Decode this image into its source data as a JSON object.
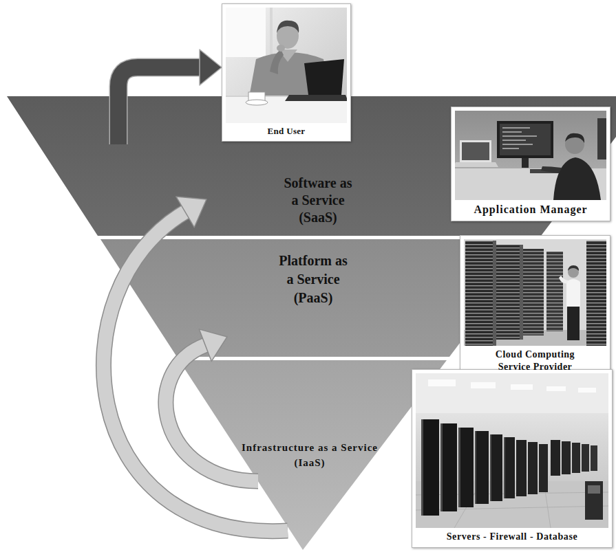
{
  "diagram": {
    "nodes": [
      {
        "text": [
          "End User"
        ]
      },
      {
        "text": [
          "Software as a Service (SaaS)"
        ]
      },
      {
        "text": [
          "Application Manager"
        ]
      },
      {
        "text": [
          "Platform as a Service (PaaS)"
        ]
      },
      {
        "text": [
          "Cloud Computing Service Provider"
        ]
      },
      {
        "text": [
          "Infrastructure as a Service (IaaS)"
        ]
      },
      {
        "text": [
          "Servers - Firewall - Database"
        ]
      }
    ],
    "edges": [
      {
        "from": 1,
        "to": 0,
        "arrow": "to"
      },
      {
        "from": 5,
        "to": 3,
        "arrow": "to"
      },
      {
        "from": 5,
        "to": 1,
        "arrow": "to"
      }
    ]
  }
}
